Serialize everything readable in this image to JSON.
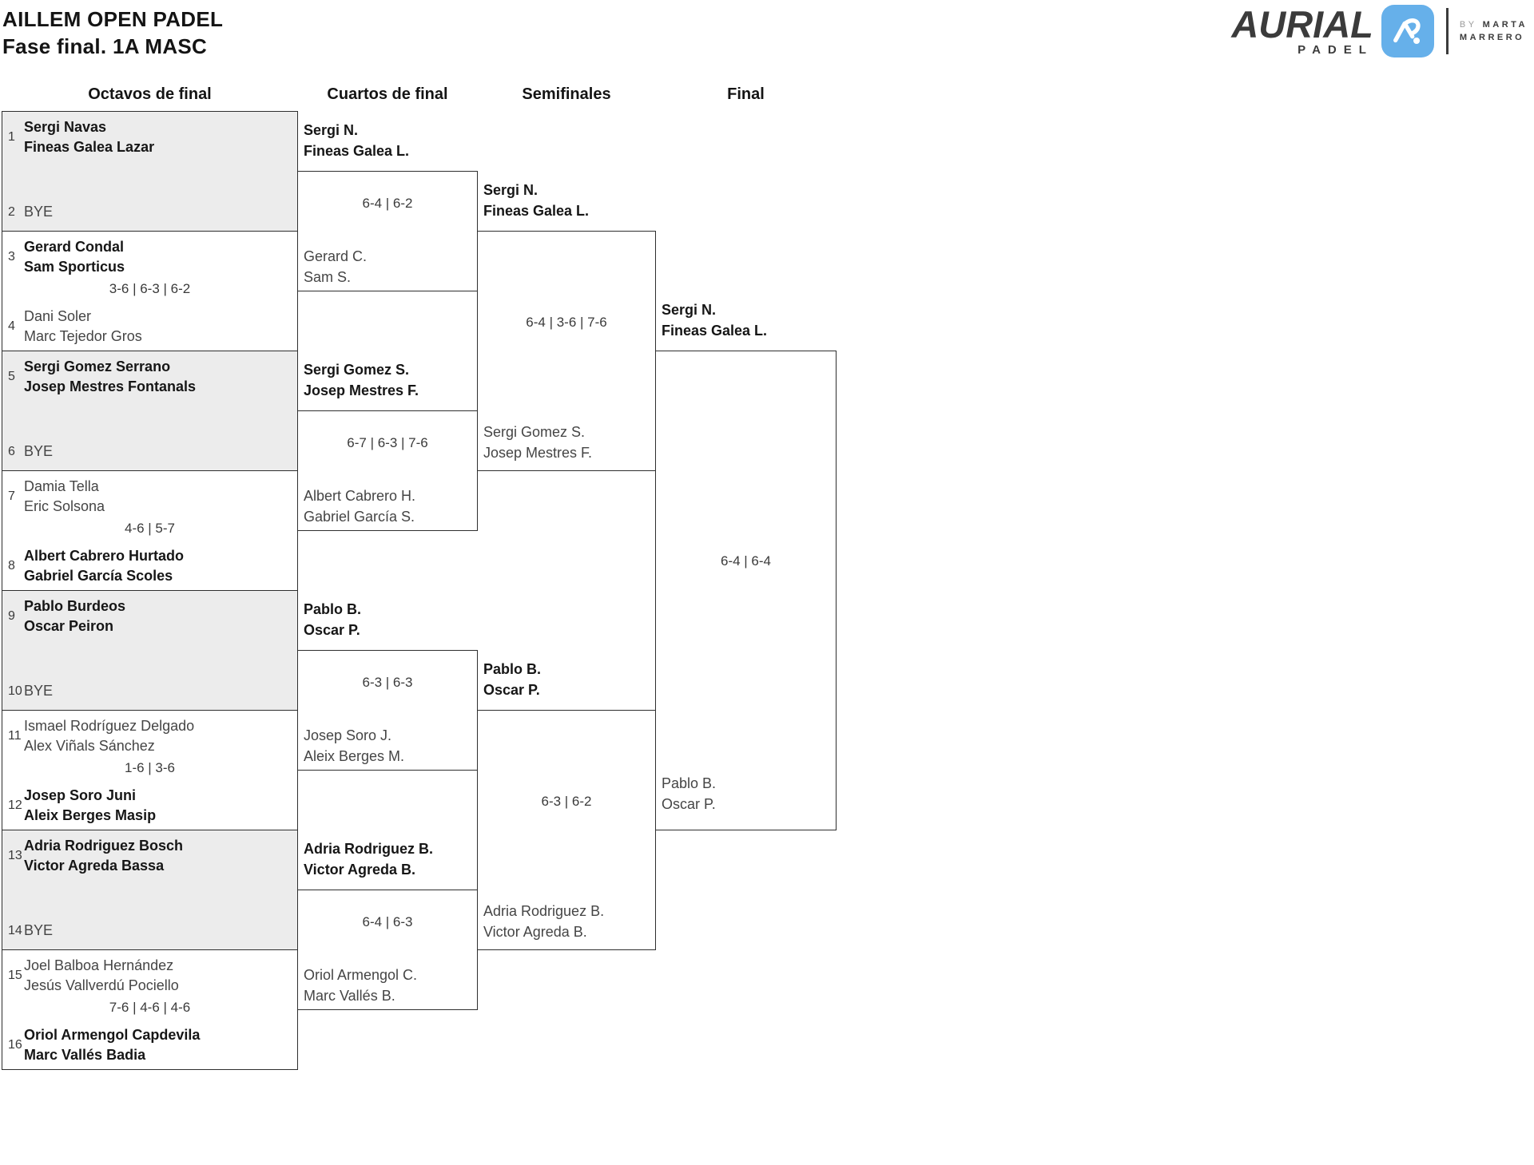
{
  "header": {
    "title": "AILLEM OPEN PADEL",
    "subtitle": "Fase final. 1A MASC"
  },
  "logo": {
    "brand": "AURIAL",
    "brand_sub": "PADEL",
    "badge_icon": "aurial-mark",
    "badge_color": "#66b0ea",
    "brand_color": "#3b3b3b",
    "byline_prefix": "BY",
    "byline_line1": "MARTA",
    "byline_line2": "MARRERO"
  },
  "round_headers": {
    "octavos": "Octavos de final",
    "cuartos": "Cuartos de final",
    "semifinales": "Semifinales",
    "final": "Final"
  },
  "colors": {
    "bye_box_fill": "#ececec",
    "box_border": "#2e2e2e"
  },
  "octavos": [
    {
      "top_seed": "1",
      "top1": "Sergi Navas",
      "top2": "Fineas Galea Lazar",
      "score": "",
      "bottom_seed": "2",
      "bottom1": "BYE",
      "bottom2": ""
    },
    {
      "top_seed": "3",
      "top1": "Gerard Condal",
      "top2": "Sam Sporticus",
      "score": "3-6 | 6-3 | 6-2",
      "bottom_seed": "4",
      "bottom1": "Dani Soler",
      "bottom2": "Marc Tejedor Gros"
    },
    {
      "top_seed": "5",
      "top1": "Sergi Gomez Serrano",
      "top2": "Josep Mestres Fontanals",
      "score": "",
      "bottom_seed": "6",
      "bottom1": "BYE",
      "bottom2": ""
    },
    {
      "top_seed": "7",
      "top1": "Damia Tella",
      "top2": "Eric Solsona",
      "score": "4-6 | 5-7",
      "bottom_seed": "8",
      "bottom1": "Albert Cabrero Hurtado",
      "bottom2": "Gabriel García Scoles"
    },
    {
      "top_seed": "9",
      "top1": "Pablo Burdeos",
      "top2": "Oscar Peiron",
      "score": "",
      "bottom_seed": "10",
      "bottom1": "BYE",
      "bottom2": ""
    },
    {
      "top_seed": "11",
      "top1": "Ismael Rodríguez Delgado",
      "top2": "Alex Viñals Sánchez",
      "score": "1-6 | 3-6",
      "bottom_seed": "12",
      "bottom1": "Josep Soro Juni",
      "bottom2": "Aleix Berges Masip"
    },
    {
      "top_seed": "13",
      "top1": "Adria Rodriguez Bosch",
      "top2": "Victor Agreda Bassa",
      "score": "",
      "bottom_seed": "14",
      "bottom1": "BYE",
      "bottom2": ""
    },
    {
      "top_seed": "15",
      "top1": "Joel Balboa Hernández",
      "top2": "Jesús Vallverdú Pociello",
      "score": "7-6 | 4-6 | 4-6",
      "bottom_seed": "16",
      "bottom1": "Oriol Armengol Capdevila",
      "bottom2": "Marc Vallés Badia"
    }
  ],
  "cuartos": [
    {
      "winner_line1": "Sergi N.",
      "winner_line2": "Fineas Galea L.",
      "score": "6-4 | 6-2",
      "loser_line1": "Gerard C.",
      "loser_line2": "Sam S."
    },
    {
      "winner_line1": "Sergi Gomez S.",
      "winner_line2": "Josep Mestres F.",
      "score": "6-7 | 6-3 | 7-6",
      "loser_line1": "Albert Cabrero H.",
      "loser_line2": "Gabriel García S."
    },
    {
      "winner_line1": "Pablo B.",
      "winner_line2": "Oscar P.",
      "score": "6-3 | 6-3",
      "loser_line1": "Josep Soro J.",
      "loser_line2": "Aleix Berges M."
    },
    {
      "winner_line1": "Adria Rodriguez B.",
      "winner_line2": "Victor Agreda B.",
      "score": "6-4 | 6-3",
      "loser_line1": "Oriol Armengol C.",
      "loser_line2": "Marc Vallés B."
    }
  ],
  "semifinales": [
    {
      "winner_line1": "Sergi N.",
      "winner_line2": "Fineas Galea L.",
      "score": "6-4 | 3-6 | 7-6",
      "loser_line1": "Sergi Gomez S.",
      "loser_line2": "Josep Mestres F."
    },
    {
      "winner_line1": "Pablo B.",
      "winner_line2": "Oscar P.",
      "score": "6-3 | 6-2",
      "loser_line1": "Adria Rodriguez B.",
      "loser_line2": "Victor Agreda B."
    }
  ],
  "final": {
    "winner_line1": "Sergi N.",
    "winner_line2": "Fineas Galea L.",
    "score": "6-4 | 6-4",
    "loser_line1": "Pablo B.",
    "loser_line2": "Oscar P."
  }
}
